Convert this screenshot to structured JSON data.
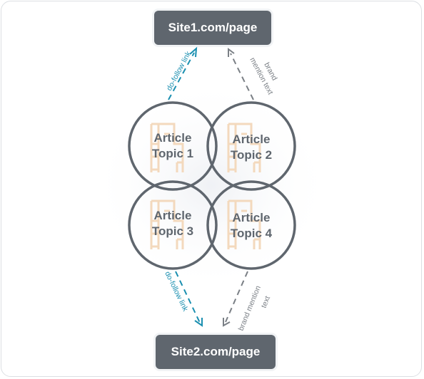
{
  "sites": {
    "top": "Site1.com/page",
    "bottom": "Site2.com/page"
  },
  "articles": [
    {
      "line1": "Article",
      "line2": "Topic 1"
    },
    {
      "line1": "Article",
      "line2": "Topic 2"
    },
    {
      "line1": "Article",
      "line2": "Topic 3"
    },
    {
      "line1": "Article",
      "line2": "Topic 4"
    }
  ],
  "links": {
    "top_left": "do-follow link",
    "top_right_line1": "brand",
    "top_right_line2": "mention text",
    "bottom_left": "do-follow link",
    "bottom_right_line1": "brand mention",
    "bottom_right_line2": "text"
  },
  "colors": {
    "site_box": "#5f666e",
    "circle_stroke": "#5f666e",
    "do_follow": "#1a8fb0",
    "brand_mention": "#7a7f85",
    "watermark": "#f3d9bd"
  },
  "icons": {
    "watermark": "building-icon"
  }
}
